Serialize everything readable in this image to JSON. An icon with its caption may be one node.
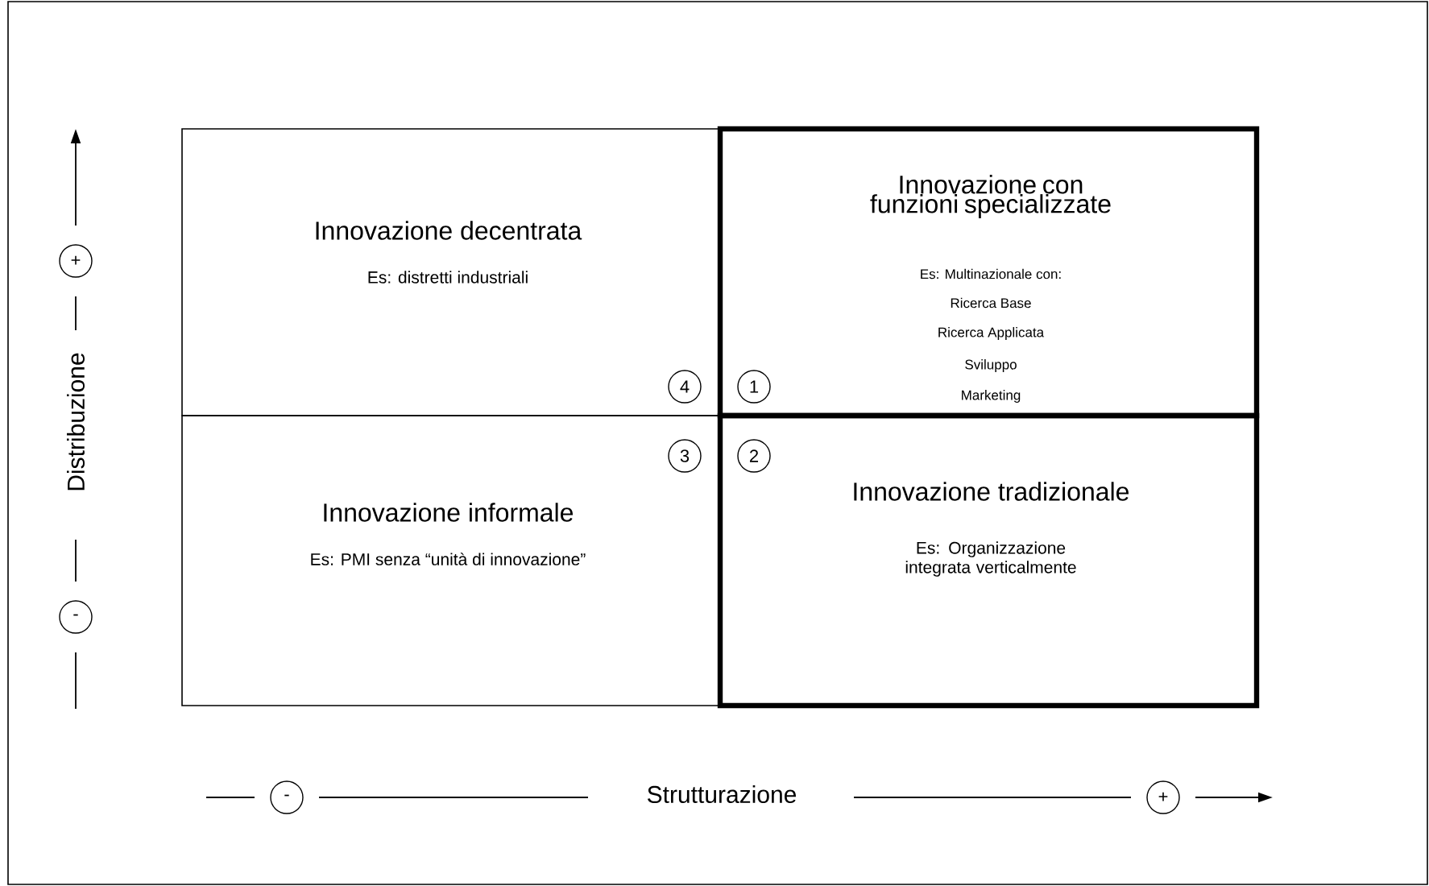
{
  "diagram": {
    "nodes": [
      {
        "text": [
          "Innovazione decentrata",
          "Es: distretti industriali"
        ]
      },
      {
        "text": [
          "Innovazione con funzioni specializzate",
          "Es: Multinazionale con:",
          "Ricerca Base",
          "Ricerca Applicata",
          "Sviluppo",
          "Marketing"
        ]
      },
      {
        "text": [
          "Innovazione informale",
          "Es: PMI senza “unità di innovazione”"
        ]
      },
      {
        "text": [
          "Innovazione tradizionale",
          "Es: Organizzazione integrata verticalmente"
        ]
      }
    ],
    "labels": [
      "+",
      "Distribuzione",
      "4",
      "1",
      "3",
      "2",
      "-",
      "-",
      "Strutturazione",
      "+"
    ]
  }
}
